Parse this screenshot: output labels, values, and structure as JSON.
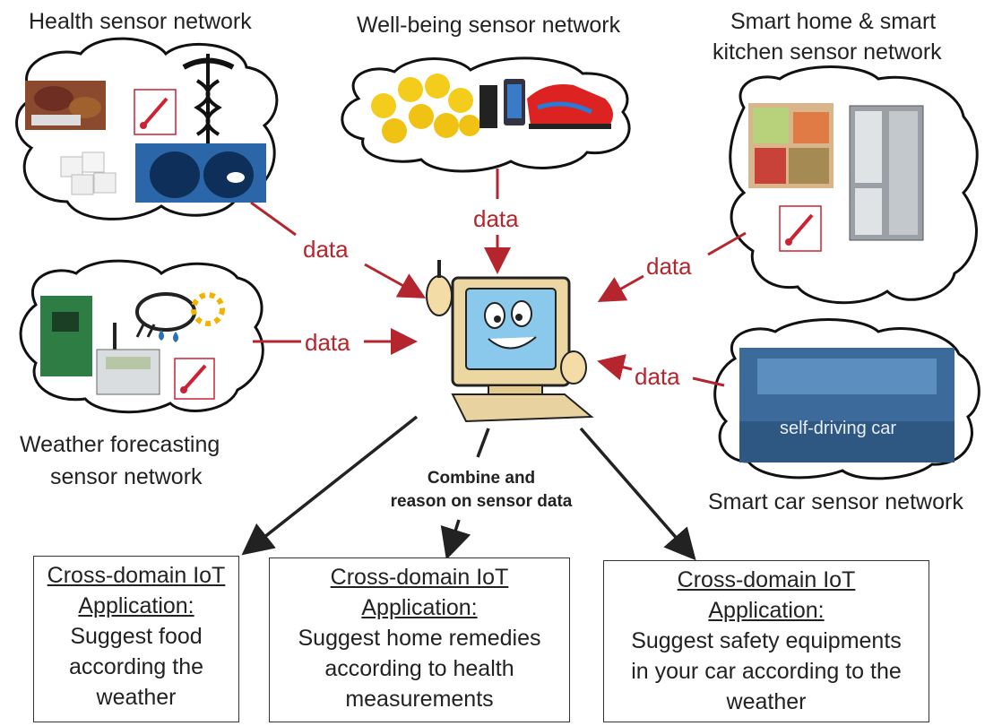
{
  "networks": {
    "health": "Health sensor network",
    "wellbeing": "Well-being sensor network",
    "smarthome": [
      "Smart home & smart",
      "kitchen  sensor network"
    ],
    "weather": [
      "Weather forecasting",
      "sensor network"
    ],
    "car": "Smart car sensor network"
  },
  "edge_label": "data",
  "center_label": [
    "Combine and",
    "reason on sensor data"
  ],
  "car_text": "self-driving car",
  "applications": [
    {
      "heading": "Cross-domain IoT",
      "subheading": "Application:",
      "body": "Suggest food\naccording the\nweather"
    },
    {
      "heading": "Cross-domain IoT",
      "subheading": "Application:",
      "body": "Suggest home remedies\naccording to health\nmeasurements"
    },
    {
      "heading": "Cross-domain IoT",
      "subheading": "Application:",
      "body": "Suggest safety equipments\nin your car according to the\nweather"
    }
  ],
  "colors": {
    "data_arrow": "#b5252e",
    "output_arrow": "#222222",
    "cloud_stroke": "#111111"
  }
}
